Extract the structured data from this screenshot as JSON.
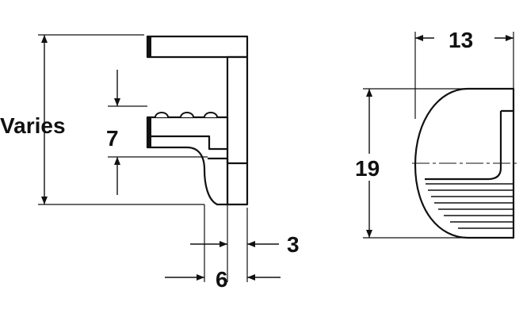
{
  "labels": {
    "varies": "Varies",
    "seven": "7",
    "three": "3",
    "six": "6",
    "thirteen": "13",
    "nineteen": "19"
  },
  "colors": {
    "line": "#111111",
    "fill": "#ffffff",
    "background": "#ffffff"
  }
}
